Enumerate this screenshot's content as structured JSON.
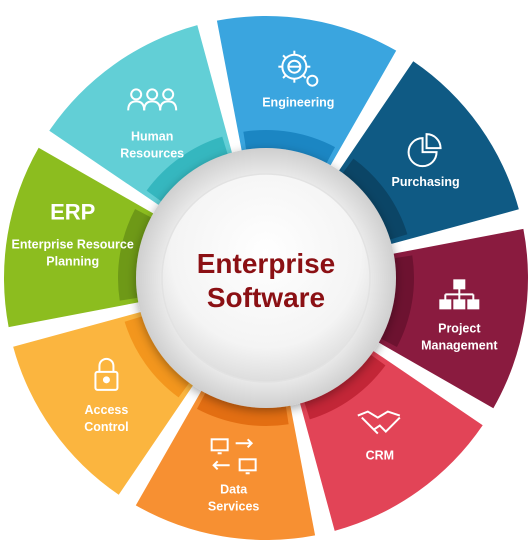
{
  "center": {
    "line1": "Enterprise",
    "line2": "Software",
    "color": "#8b1014"
  },
  "segments": [
    {
      "id": "erp",
      "title": "ERP",
      "lines": [
        "Enterprise Resource",
        "Planning"
      ],
      "color": "#8cbd1f",
      "inner": "#6e9917",
      "icon": "none"
    },
    {
      "id": "hr",
      "lines": [
        "Human",
        "Resources"
      ],
      "color": "#62cfd6",
      "inner": "#35b7bf",
      "icon": "people-icon"
    },
    {
      "id": "eng",
      "lines": [
        "Engineering"
      ],
      "color": "#3aa5df",
      "inner": "#1b86c3",
      "icon": "gear-globe-icon"
    },
    {
      "id": "purch",
      "lines": [
        "Purchasing"
      ],
      "color": "#0f5a84",
      "inner": "#0b4566",
      "icon": "pie-chart-icon"
    },
    {
      "id": "pm",
      "lines": [
        "Project",
        "Management"
      ],
      "color": "#8a1b3f",
      "inner": "#6d1230",
      "icon": "org-chart-icon"
    },
    {
      "id": "crm",
      "lines": [
        "CRM"
      ],
      "color": "#e24457",
      "inner": "#c32637",
      "icon": "handshake-icon"
    },
    {
      "id": "data",
      "lines": [
        "Data",
        "Services"
      ],
      "color": "#f79032",
      "inner": "#e36e12",
      "icon": "data-transfer-icon"
    },
    {
      "id": "access",
      "lines": [
        "Access",
        "Control"
      ],
      "color": "#fbb53f",
      "inner": "#f3961d",
      "icon": "lock-icon"
    }
  ]
}
